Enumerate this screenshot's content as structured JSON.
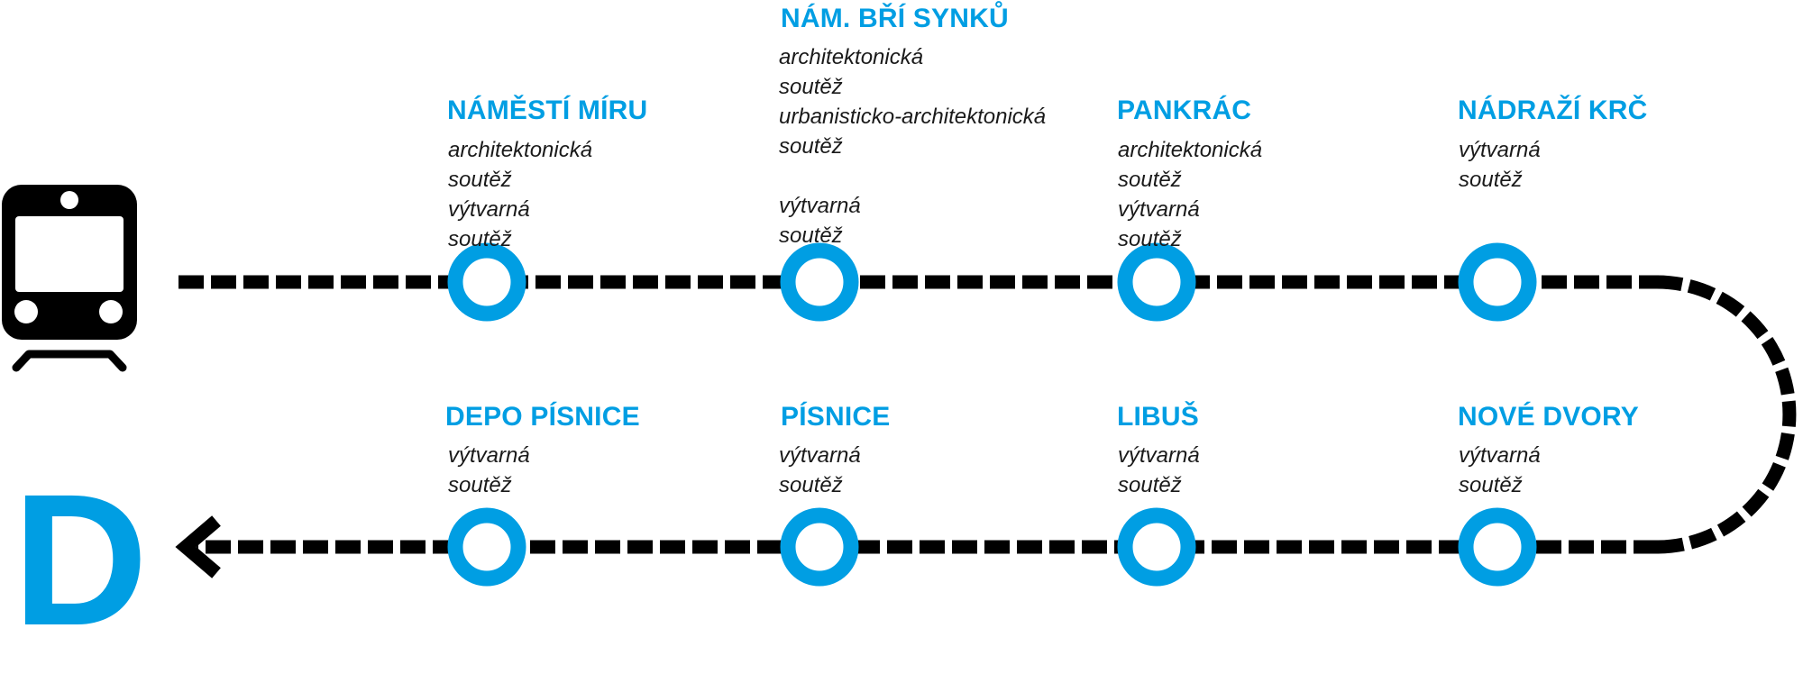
{
  "line": {
    "letter": "D",
    "color": "#009ee3",
    "track_color": "#000000",
    "icon": "metro-train-icon"
  },
  "stations": [
    {
      "name": "NÁMĚSTÍ MÍRU",
      "competitions": [
        "architektonická soutěž",
        "výtvarná soutěž"
      ]
    },
    {
      "name": "NÁM. BŘÍ SYNKŮ",
      "competitions": [
        "architektonická soutěž",
        "urbanisticko-architektonická soutěž",
        "výtvarná soutěž"
      ]
    },
    {
      "name": "PANKRÁC",
      "competitions": [
        "architektonická soutěž",
        "výtvarná soutěž"
      ]
    },
    {
      "name": "NÁDRAŽÍ KRČ",
      "competitions": [
        "výtvarná soutěž"
      ]
    },
    {
      "name": "NOVÉ DVORY",
      "competitions": [
        "výtvarná soutěž"
      ]
    },
    {
      "name": "LIBUŠ",
      "competitions": [
        "výtvarná soutěž"
      ]
    },
    {
      "name": "PÍSNICE",
      "competitions": [
        "výtvarná soutěž"
      ]
    },
    {
      "name": "DEPO PÍSNICE",
      "competitions": [
        "výtvarná soutěž"
      ]
    }
  ]
}
